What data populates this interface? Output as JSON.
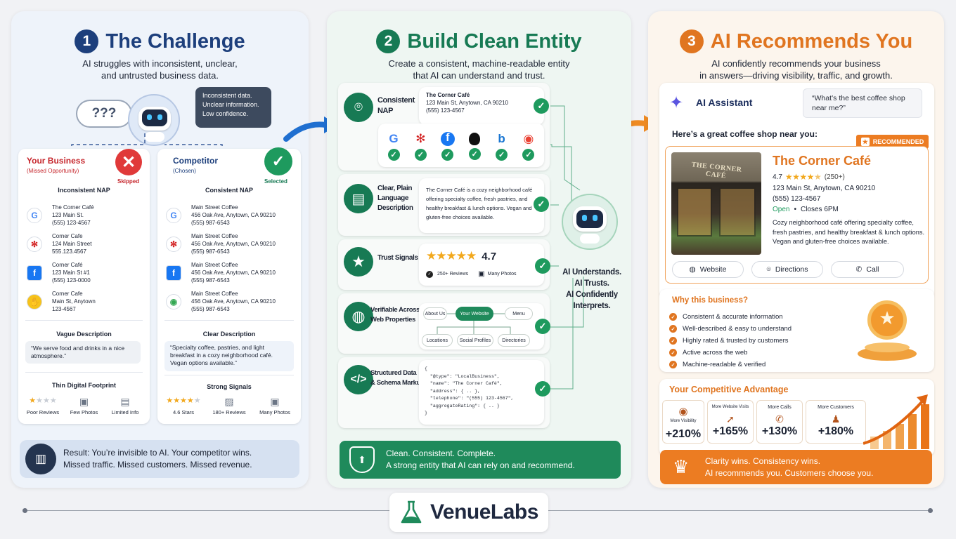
{
  "colors": {
    "navy": "#1d3f7c",
    "green": "#177a54",
    "orange": "#e07520",
    "red": "#e03939"
  },
  "panel1": {
    "number": "1",
    "title": "The Challenge",
    "subtitle": "AI struggles with inconsistent, unclear,\nand untrusted business data.",
    "bubble_left": "???",
    "bubble_right": "Inconsistent data.\nUnclear information.\nLow confidence.",
    "your_business": {
      "title": "Your Business",
      "subtitle": "(Missed Opportunity)",
      "status": "Skipped",
      "nap_heading": "Inconsistent NAP",
      "listings": [
        {
          "icon": "google-icon",
          "text": "The Corner Café\n123 Main St.\n(555) 123-4567"
        },
        {
          "icon": "yelp-icon",
          "text": "Corner Cafe\n124 Main Street\n555.123.4567"
        },
        {
          "icon": "facebook-icon",
          "text": "Corner Café\n123 Main St #1\n(555) 123-0000"
        },
        {
          "icon": "yellowpages-icon",
          "text": "Corner Cafe\nMain St, Anytown\n123-4567"
        }
      ],
      "desc_heading": "Vague Description",
      "desc": "“We serve food and drinks in a nice atmosphere.”",
      "footprint_heading": "Thin Digital Footprint",
      "footprint": [
        "Poor Reviews",
        "Few Photos",
        "Limited Info"
      ]
    },
    "competitor": {
      "title": "Competitor",
      "subtitle": "(Chosen)",
      "status": "Selected",
      "nap_heading": "Consistent NAP",
      "listings": [
        {
          "icon": "google-icon",
          "text": "Main Street Coffee\n456 Oak Ave, Anytown, CA 90210\n(555) 987-6543"
        },
        {
          "icon": "yelp-icon",
          "text": "Main Street Coffee\n456 Oak Ave, Anytown, CA 90210\n(555) 987-6543"
        },
        {
          "icon": "facebook-icon",
          "text": "Main Street Coffee\n456 Oak Ave, Anytown, CA 90210\n(555) 987-6543"
        },
        {
          "icon": "maps-icon",
          "text": "Main Street Coffee\n456 Oak Ave, Anytown, CA 90210\n(555) 987-6543"
        }
      ],
      "desc_heading": "Clear Description",
      "desc": "“Specialty coffee, pastries, and light breakfast in a cozy neighborhood café. Vegan options available.”",
      "signals_heading": "Strong Signals",
      "signals": [
        "4.6 Stars",
        "180+ Reviews",
        "Many Photos"
      ]
    },
    "result": "Result: You’re invisible to AI. Your competitor wins.\nMissed traffic. Missed customers. Missed revenue."
  },
  "panel2": {
    "number": "2",
    "title": "Build Clean Entity",
    "subtitle": "Create a consistent, machine-readable entity\nthat AI can understand and trust.",
    "rows": [
      {
        "label": "Consistent\nNAP",
        "icon": "location-pin-icon"
      },
      {
        "label": "Clear, Plain\nLanguage\nDescription",
        "icon": "document-icon"
      },
      {
        "label": "Trust Signals",
        "icon": "star-icon"
      },
      {
        "label": "Verifiable Across\nWeb Properties",
        "icon": "globe-icon"
      },
      {
        "label": "Structured Data\n& Schema Markup",
        "icon": "code-icon"
      }
    ],
    "nap_card": "The Corner Café\n123 Main St, Anytown, CA 90210\n(555) 123-4567",
    "nap_name": "The Corner Café",
    "platforms": [
      "G",
      "✻",
      "f",
      "",
      "b",
      "◉"
    ],
    "desc_card": "The Corner Café is a cozy neighborhood café offering specialty coffee, fresh pastries, and healthy breakfast & lunch options. Vegan and gluten-free choices available.",
    "rating": "4.7",
    "reviews": "250+ Reviews",
    "photos": "Many Photos",
    "web_center": "Your Website",
    "web_nodes": [
      "About Us",
      "Menu",
      "Locations",
      "Social Profiles",
      "Directories"
    ],
    "schema": "{\n  \"@type\": \"LocalBusiness\",\n  \"name\": \"The Corner Café\",\n  \"address\": { .. },\n  \"telephone\": \"(555) 123-4567\",\n  \"aggregateRating\": { .. }\n}",
    "robot_caption": "AI Understands.\nAI Trusts.\nAI Confidently\nInterprets.",
    "banner": "Clean. Consistent. Complete.\nA strong entity that AI can rely on and recommend."
  },
  "panel3": {
    "number": "3",
    "title": "AI Recommends You",
    "subtitle": "AI confidently recommends your business\nin answers—driving visibility, traffic, and growth.",
    "assistant_label": "AI Assistant",
    "query": "“What’s the best coffee shop near me?”",
    "answer_intro": "Here’s a great coffee shop near you:",
    "badge": "RECOMMENDED",
    "business": {
      "name": "The Corner Café",
      "sign": "THE CORNER CAFÉ",
      "rating": "4.7",
      "rating_value": 4.7,
      "count": "(250+)",
      "address": "123 Main St, Anytown, CA 90210",
      "phone": "(555) 123-4567",
      "open": "Open",
      "closes": "Closes 6PM",
      "desc": "Cozy neighborhood café offering specialty coffee, fresh pastries, and healthy breakfast & lunch options. Vegan and gluten-free choices available."
    },
    "actions": [
      "Website",
      "Directions",
      "Call"
    ],
    "why_heading": "Why this business?",
    "why": [
      "Consistent & accurate information",
      "Well-described & easy to understand",
      "Highly rated & trusted by customers",
      "Active across the web",
      "Machine-readable & verified"
    ],
    "adv_heading": "Your Competitive Advantage",
    "stats": [
      {
        "label": "More Visibility",
        "value": "+210%"
      },
      {
        "label": "More Website Visits",
        "value": "+165%"
      },
      {
        "label": "More Calls",
        "value": "+130%"
      },
      {
        "label": "More Customers",
        "value": "+180%"
      }
    ],
    "banner": "Clarity wins. Consistency wins.\nAI recommends you. Customers choose you."
  },
  "footer": {
    "brand": "VenueLabs"
  }
}
